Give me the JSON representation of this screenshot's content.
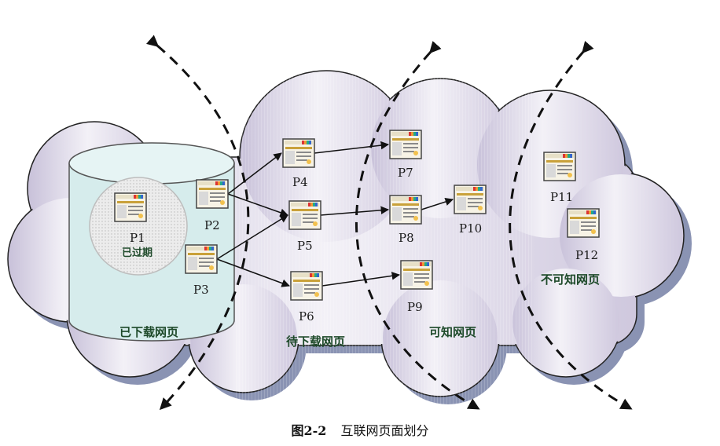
{
  "caption": {
    "number": "图2-2",
    "text": "互联网页面划分"
  },
  "regions": {
    "downloaded": "已下载网页",
    "to_download": "待下载网页",
    "knowable": "可知网页",
    "unknowable": "不可知网页"
  },
  "expired_badge": "已过期",
  "pages": {
    "p1": "P1",
    "p2": "P2",
    "p3": "P3",
    "p4": "P4",
    "p5": "P5",
    "p6": "P6",
    "p7": "P7",
    "p8": "P8",
    "p9": "P9",
    "p10": "P10",
    "p11": "P11",
    "p12": "P12"
  },
  "links": [
    [
      "p2",
      "p4"
    ],
    [
      "p2",
      "p5"
    ],
    [
      "p3",
      "p5"
    ],
    [
      "p3",
      "p6"
    ],
    [
      "p4",
      "p7"
    ],
    [
      "p5",
      "p8"
    ],
    [
      "p8",
      "p10"
    ],
    [
      "p6",
      "p9"
    ]
  ],
  "colors": {
    "cloud_fill": "#d9d3e6",
    "cloud_shadow": "#8a93b3",
    "cylinder_fill": "#d6ecec",
    "label_green": "#1e4a2a"
  }
}
